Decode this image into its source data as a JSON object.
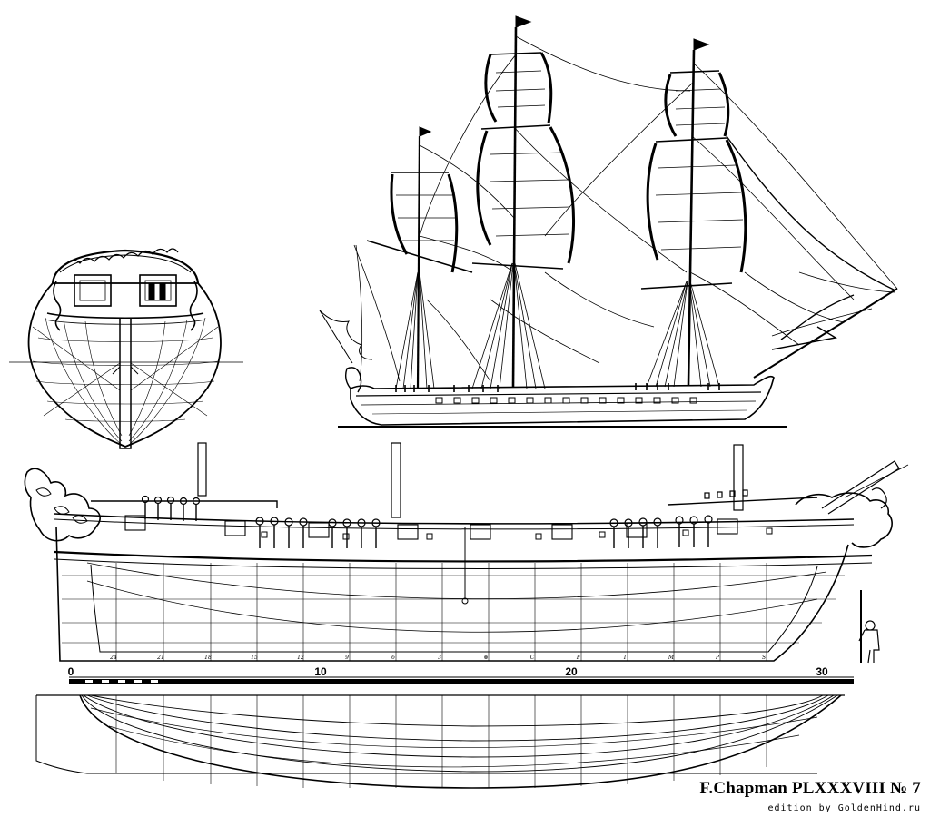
{
  "plate": {
    "title": "F.Chapman PLXXXVIII № 7",
    "edition": "edition by GoldenHind.ru"
  },
  "scale_bar": {
    "labels": [
      "0",
      "10",
      "20",
      "30"
    ]
  },
  "frame_labels": [
    "24",
    "21",
    "18",
    "15",
    "12",
    "9",
    "6",
    "3",
    "⊗",
    "C",
    "F",
    "I",
    "M",
    "P",
    "S"
  ],
  "views": {
    "stern": "stern-view",
    "sail_plan": "sail-plan",
    "sheer_plan": "sheer-plan",
    "half_breadth": "half-breadth-plan"
  },
  "colors": {
    "ink": "#000000",
    "paper": "#ffffff"
  }
}
